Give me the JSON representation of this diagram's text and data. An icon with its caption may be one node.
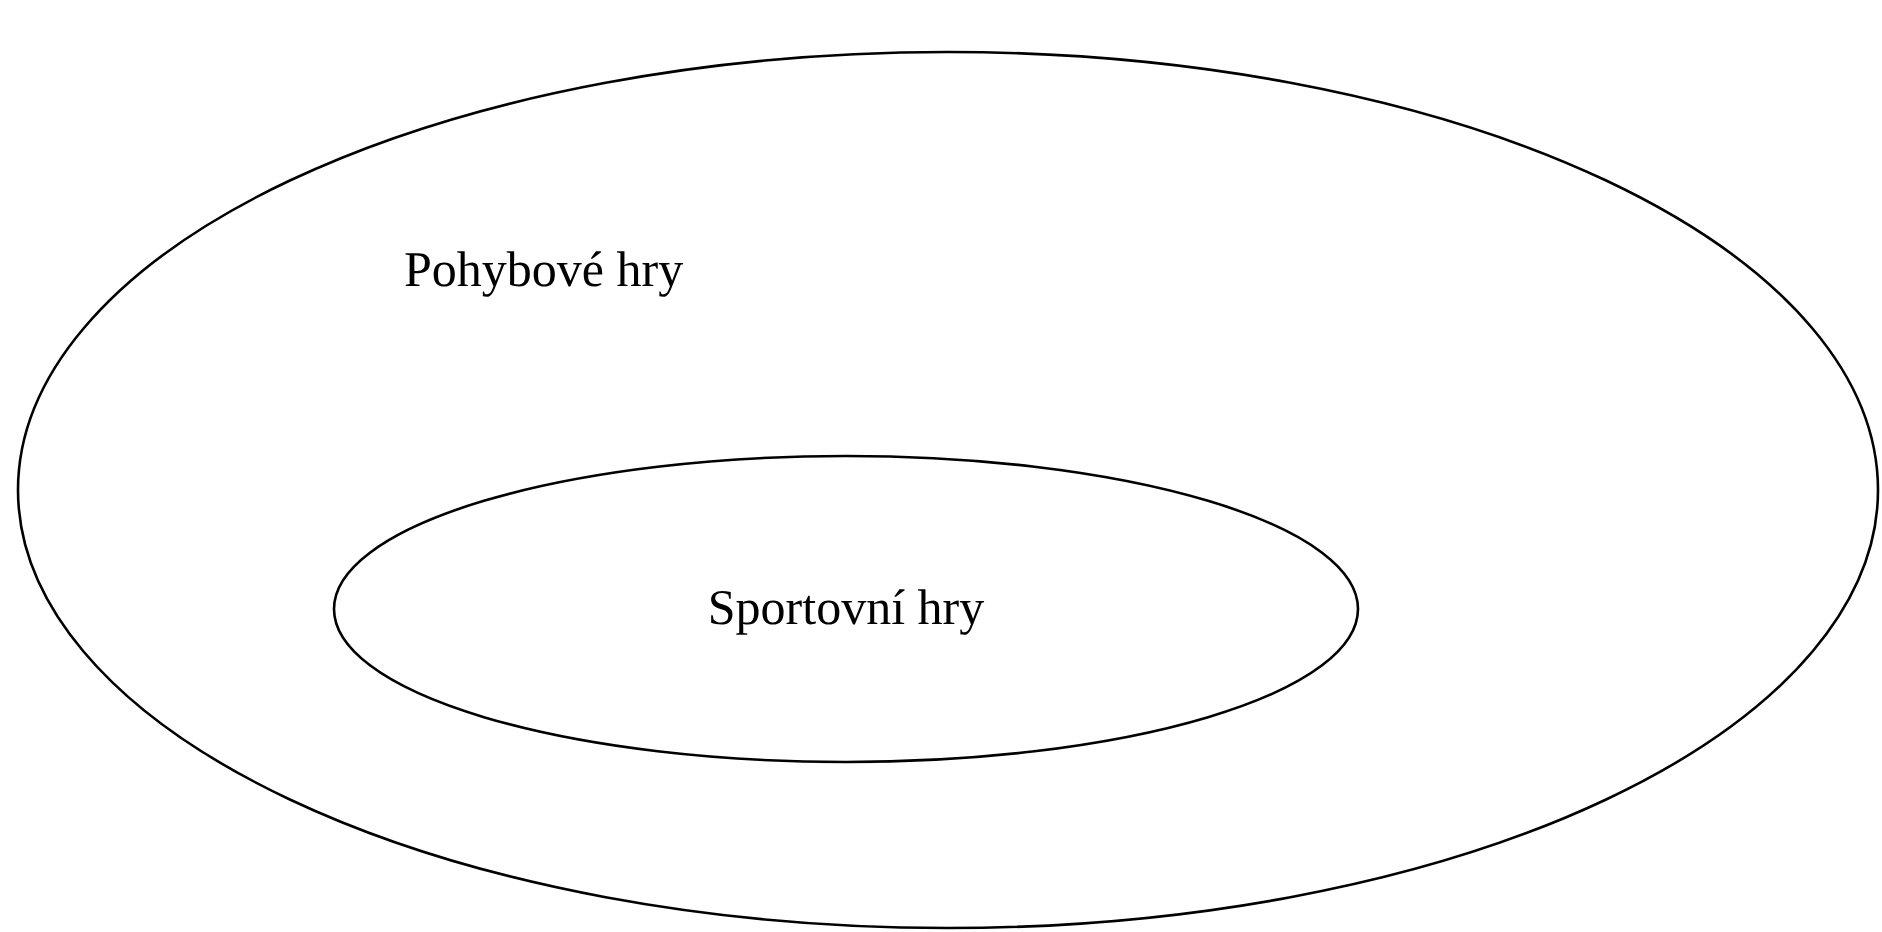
{
  "diagram": {
    "nodes": [
      {
        "text": [
          "Pohybové hry"
        ]
      },
      {
        "text": [
          "Sportovní hry"
        ],
        "in": 0
      }
    ]
  }
}
